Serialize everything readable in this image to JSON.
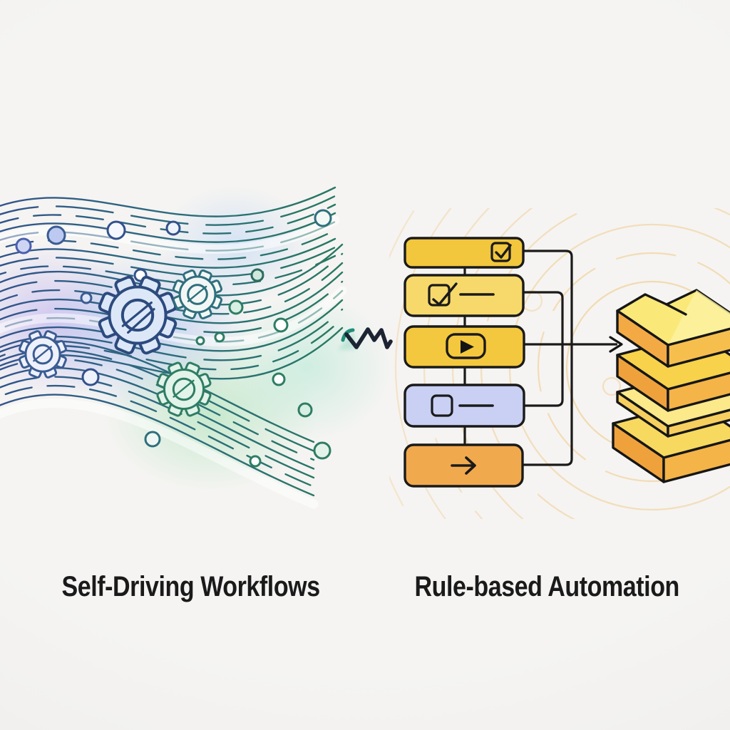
{
  "titles": {
    "left": "Self-Driving Workflows",
    "right": "Rule-based Automation"
  },
  "divider": {
    "icon": "vs-zigzag-wave"
  },
  "left_panel": {
    "name": "self-driving-workflows-illustration",
    "elements": [
      "flowing-wave-lines",
      "gear-icons",
      "node-circles",
      "watercolor-blobs"
    ]
  },
  "right_panel": {
    "name": "rule-based-automation-illustration",
    "steps": [
      {
        "icon": "checkbox-checked"
      },
      {
        "icon": "checkbox-checked-with-label-line"
      },
      {
        "icon": "play-button"
      },
      {
        "icon": "square-with-label-line"
      },
      {
        "icon": "arrow-right"
      }
    ],
    "stack": {
      "icon": "layer-stack",
      "layers": 4
    }
  },
  "palette": {
    "background": "#f5f4f2",
    "ink": "#1a1a1a",
    "wave_blue": "#33518c",
    "wave_mid": "#2d6b7e",
    "wave_teal": "#277a60",
    "accent_teal": "#1f8f78",
    "step1_fill": "#f2c63d",
    "step2_fill": "#f7d96b",
    "step3_fill": "#f4c83e",
    "step4_fill": "#c9d0f4",
    "step5_fill": "#f1a94e",
    "stack_top_light": "#fae878",
    "stack_top_lighter": "#fdf2a3",
    "stack_mid_gold": "#f7d24a",
    "stack_thin_light": "#fbe98a",
    "stack_bottom_gold": "#f8d95f",
    "stack_side_orange": "#f3aa45",
    "stack_side_gold": "#f6bf4d",
    "stack_side_mid": "#f4b447",
    "stack_side_soft": "#f7cf5f",
    "stack_side_deep": "#efa23c",
    "faint_wave_orange": "#f0c173"
  }
}
